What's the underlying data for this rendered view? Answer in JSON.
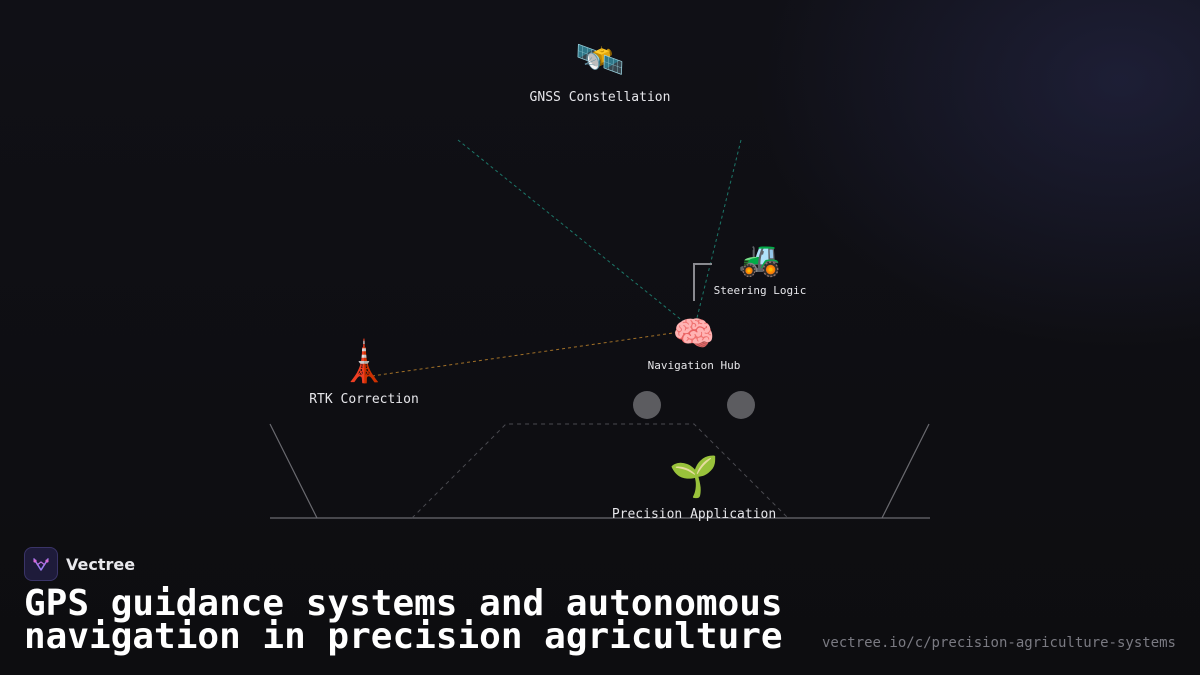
{
  "diagram": {
    "nodes": {
      "gnss": {
        "icon": "🛰️",
        "label": "GNSS Constellation"
      },
      "steering": {
        "icon": "🚜",
        "label": "Steering Logic"
      },
      "hub": {
        "icon": "🧠",
        "label": "Navigation Hub"
      },
      "rtk": {
        "icon": "🗼",
        "label": "RTK Correction"
      },
      "precision": {
        "icon": "🌱",
        "label": "Precision Application"
      }
    },
    "colors": {
      "gnss_link": "#1f8a78",
      "rtk_link": "#b07a2a",
      "frame": "#5a5a60"
    }
  },
  "footer": {
    "brand": "Vectree",
    "headline": "GPS guidance systems and autonomous navigation in precision agriculture",
    "url": "vectree.io/c/precision-agriculture-systems"
  }
}
